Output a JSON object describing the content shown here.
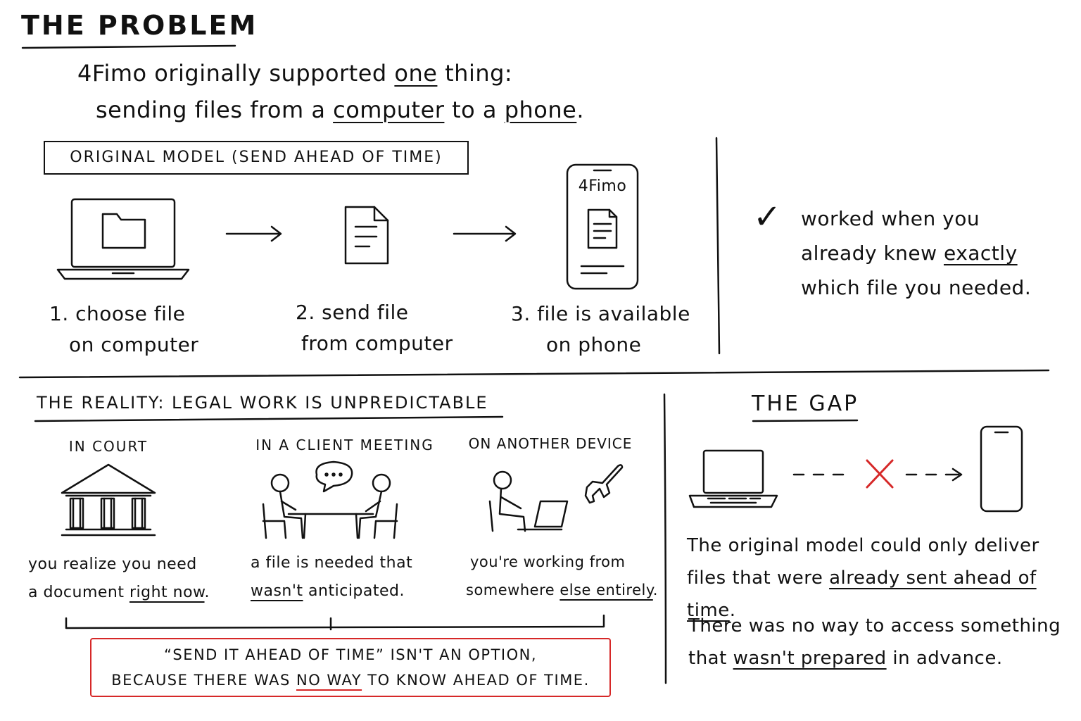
{
  "title": "THE PROBLEM",
  "intro": {
    "line1_a": "4Fimo originally supported ",
    "line1_b": "one",
    "line1_c": " thing:",
    "line2_a": "sending files from a ",
    "line2_b": "computer",
    "line2_c": " to a ",
    "line2_d": "phone",
    "line2_e": "."
  },
  "original_model": {
    "label": "ORIGINAL MODEL (SEND AHEAD OF TIME)",
    "phone_app_label": "4Fimo",
    "steps": [
      {
        "line1": "1. choose file",
        "line2": "on computer"
      },
      {
        "line1": "2. send file",
        "line2": "from computer"
      },
      {
        "line1": "3. file is available",
        "line2": "on phone"
      }
    ]
  },
  "worked": {
    "check": "✓",
    "line1": "worked when you",
    "line2_a": "already knew ",
    "line2_b": "exactly",
    "line3": "which file you needed."
  },
  "reality": {
    "heading": "THE REALITY: LEGAL WORK IS UNPREDICTABLE",
    "scenarios": [
      {
        "label": "IN COURT",
        "line1": "you realize you need",
        "line2_a": "a document ",
        "line2_b": "right now",
        "line2_c": "."
      },
      {
        "label": "IN A CLIENT MEETING",
        "line1": "a file is needed that",
        "line2_a": "",
        "line2_b": "wasn't",
        "line2_c": " anticipated."
      },
      {
        "label": "ON ANOTHER DEVICE",
        "line1": "you're working from",
        "line2_a": "somewhere ",
        "line2_b": "else entirely",
        "line2_c": "."
      }
    ],
    "callout_line1": "“SEND IT AHEAD OF TIME” ISN'T AN OPTION,",
    "callout_line2_a": "BECAUSE THERE WAS ",
    "callout_line2_b": "NO WAY",
    "callout_line2_c": " TO KNOW AHEAD OF TIME."
  },
  "gap": {
    "heading": "THE GAP",
    "para1_line1": "The original model could only deliver",
    "para1_line2_a": "files that were ",
    "para1_line2_b": "already sent ahead of time",
    "para1_line2_c": ".",
    "para2_line1": "There was no way to access something",
    "para2_line2_a": "that ",
    "para2_line2_b": "wasn't prepared",
    "para2_line2_c": " in advance."
  },
  "colors": {
    "ink": "#111111",
    "accent_red": "#d62828",
    "background": "#ffffff"
  }
}
